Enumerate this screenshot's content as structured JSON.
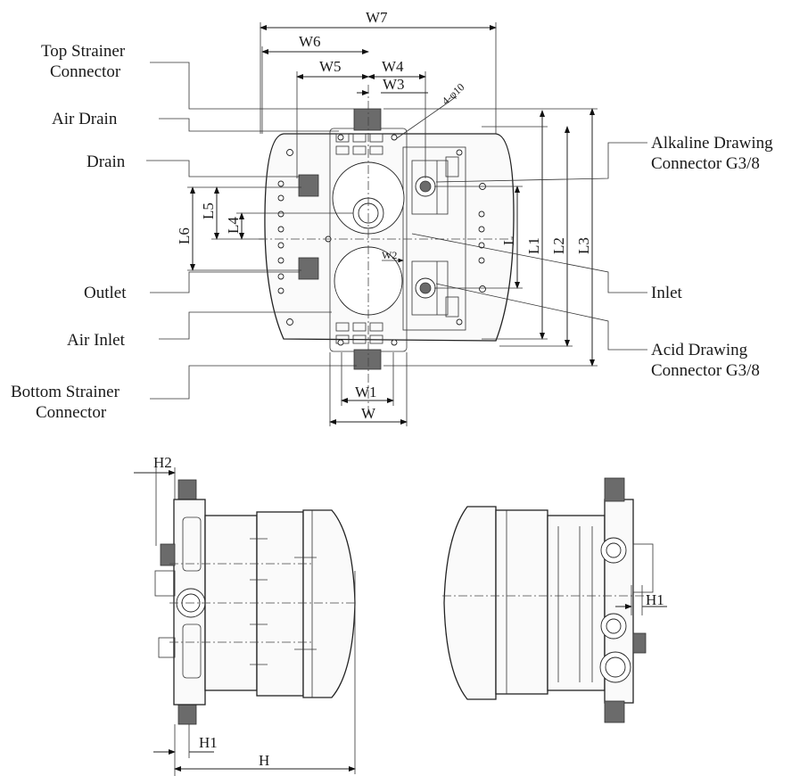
{
  "callouts": {
    "top_strainer_1": "Top Strainer",
    "top_strainer_2": "Connector",
    "air_drain": "Air Drain",
    "drain": "Drain",
    "outlet": "Outlet",
    "air_inlet": "Air Inlet",
    "bottom_strainer_1": "Bottom Strainer",
    "bottom_strainer_2": "Connector",
    "alkaline_1": "Alkaline Drawing",
    "alkaline_2": "Connector G3/8",
    "inlet": "Inlet",
    "acid_1": "Acid Drawing",
    "acid_2": "Connector G3/8"
  },
  "dimensions": {
    "W7": "W7",
    "W6": "W6",
    "W5": "W5",
    "W4": "W4",
    "W3": "W3",
    "W2": "W2",
    "W1": "W1",
    "W": "W",
    "holes": "4-φ10",
    "L": "L",
    "L1": "L1",
    "L2": "L2",
    "L3": "L3",
    "L4": "L4",
    "L5": "L5",
    "L6": "L6",
    "H": "H",
    "H1_left": "H1",
    "H1_right": "H1",
    "H2": "H2"
  }
}
